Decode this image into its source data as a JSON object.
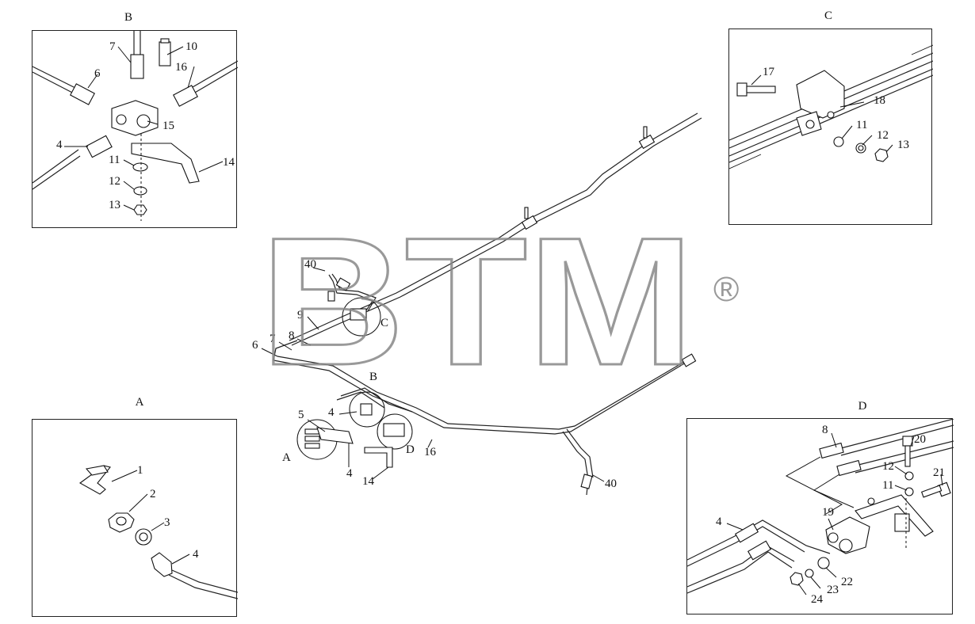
{
  "panels": {
    "B": {
      "title": "B",
      "labels": [
        "7",
        "10",
        "6",
        "16",
        "15",
        "4",
        "11",
        "14",
        "12",
        "13"
      ]
    },
    "C": {
      "title": "C",
      "labels": [
        "17",
        "18",
        "11",
        "12",
        "13"
      ]
    },
    "A": {
      "title": "A",
      "labels": [
        "1",
        "2",
        "3",
        "4"
      ]
    },
    "D": {
      "title": "D",
      "labels": [
        "8",
        "20",
        "12",
        "11",
        "21",
        "4",
        "19",
        "22",
        "23",
        "24"
      ]
    }
  },
  "main_labels": {
    "l40a": "40",
    "l9": "9",
    "lC": "C",
    "l6": "6",
    "l7": "7",
    "l8": "8",
    "lB": "B",
    "l5": "5",
    "l4a": "4",
    "lA": "A",
    "lD": "D",
    "l16": "16",
    "l4b": "4",
    "l14": "14",
    "l40b": "40"
  },
  "watermark": {
    "text": "BTM",
    "mark": "®"
  }
}
